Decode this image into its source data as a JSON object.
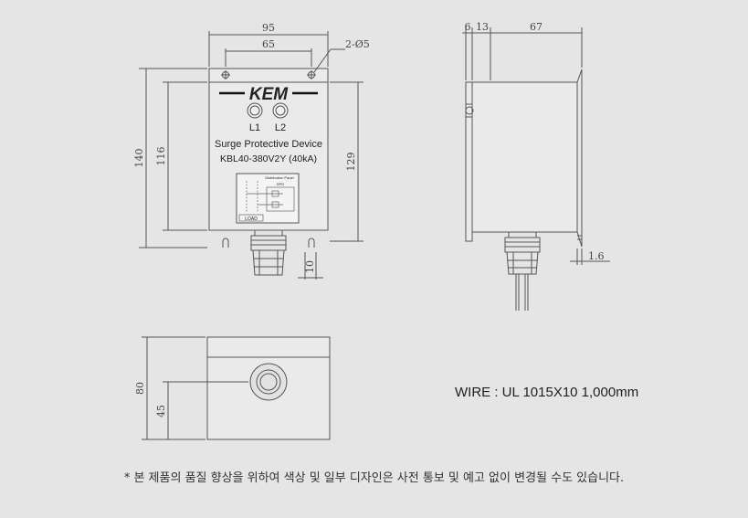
{
  "front_view": {
    "brand": "KEM",
    "indicators": [
      "L1",
      "L2"
    ],
    "product_name": "Surge Protective Device",
    "model": "KBL40-380V2Y (40kA)",
    "panel_title": "Distribution Panel",
    "panel_spd": "SPD",
    "panel_load": "LOAD"
  },
  "dimensions": {
    "front": {
      "width": "95",
      "hole_spacing": "65",
      "hole_callout": "2-Ø5",
      "height": "140",
      "inner_height": "116",
      "body_height": "129",
      "gland_offset": "10"
    },
    "side": {
      "flange": "6",
      "offset": "13",
      "depth": "67",
      "thickness": "1.6"
    },
    "bottom": {
      "height": "80",
      "center_height": "45"
    }
  },
  "wire_note": "WIRE : UL 1015X10 1,000mm",
  "footnote": "* 본 제품의 품질 향상을 위하여 색상 및 일부 디자인은 사전 통보 및 예고 없이 변경될 수도 있습니다."
}
